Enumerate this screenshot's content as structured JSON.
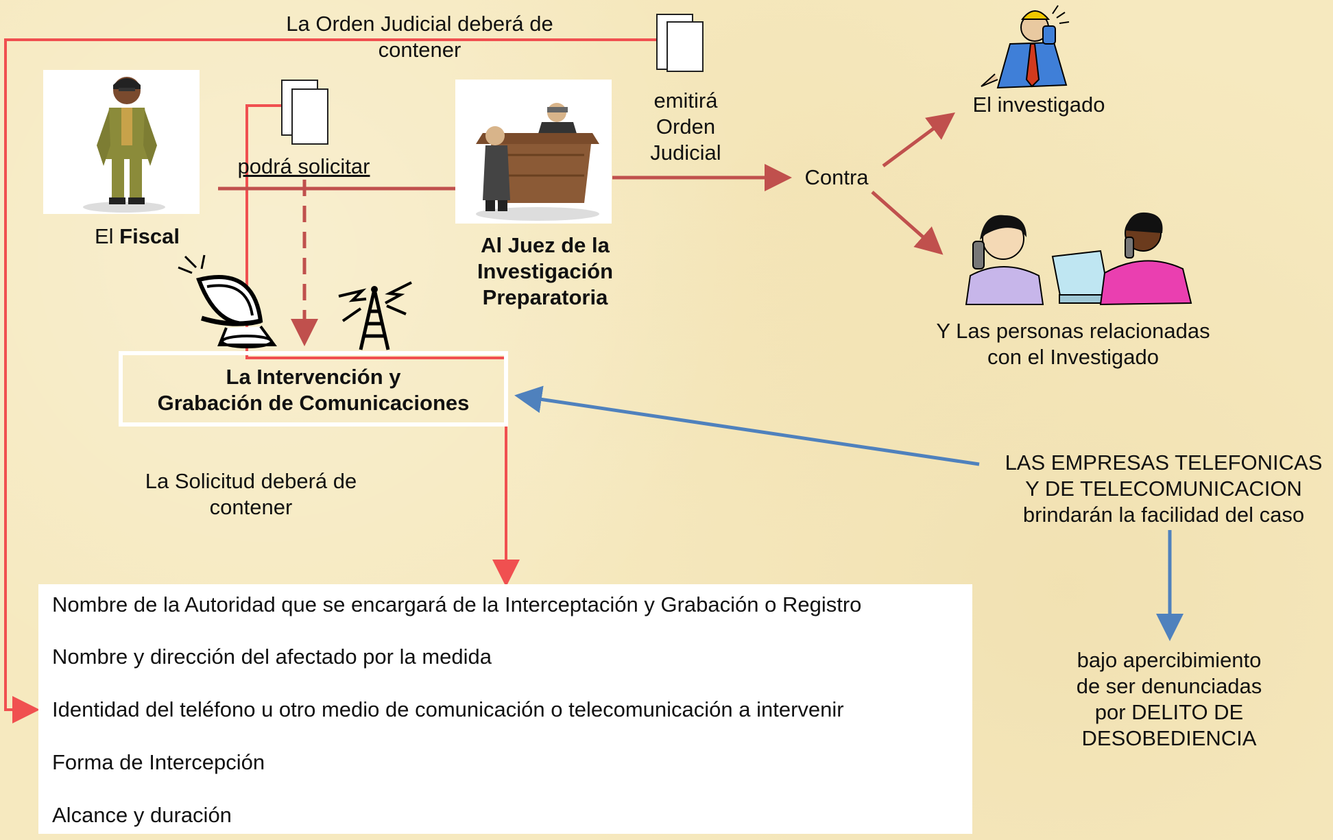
{
  "colors": {
    "background": "#f6e9bf",
    "red_line": "#f05050",
    "dark_red_arrow": "#c0504d",
    "blue_arrow": "#4f81bd"
  },
  "labels": {
    "orden_contener": "La Orden Judicial deberá de\ncontener",
    "podra_solicitar": "podrá solicitar",
    "fiscal_prefix": "El ",
    "fiscal_bold": "Fiscal",
    "juez": "Al Juez de la\nInvestigación\nPreparatoria",
    "emitira": "emitirá\nOrden\nJudicial",
    "contra": "Contra",
    "investigado": "El investigado",
    "personas": "Y Las personas relacionadas\ncon el Investigado",
    "intervencion": "La Intervención y\nGrabación de Comunicaciones",
    "solicitud": "La Solicitud deberá de\ncontener",
    "empresas": "LAS EMPRESAS TELEFONICAS\nY DE TELECOMUNICACION\nbrindarán la facilidad del caso",
    "apercibimiento": "bajo apercibimiento\nde ser denunciadas\npor DELITO DE\nDESOBEDIENCIA"
  },
  "requirements": [
    "Nombre de la Autoridad que se encargará de la Interceptación y Grabación o Registro",
    "Nombre y dirección del afectado por la medida",
    "Identidad del teléfono u otro medio de comunicación o telecomunicación a intervenir",
    "Forma de Intercepción",
    "Alcance y duración"
  ],
  "icons": {
    "fiscal": "prosecutor-figure-icon",
    "juez": "judge-bench-icon",
    "document_top": "documents-icon",
    "document_mid": "documents-icon",
    "investigado": "man-on-phone-icon",
    "personas": "women-on-phone-icon",
    "satellite": "satellite-dish-icon",
    "antenna": "radio-antenna-icon"
  }
}
